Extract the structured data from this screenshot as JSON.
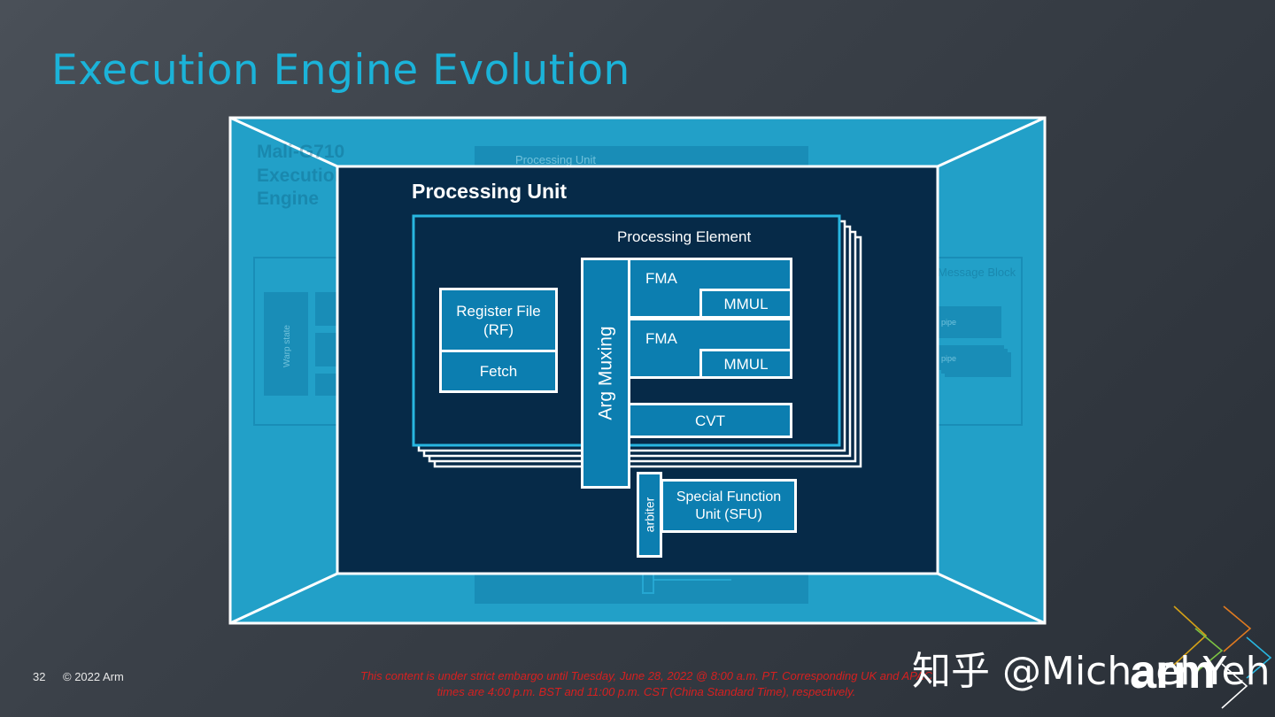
{
  "slide": {
    "title": "Execution Engine Evolution",
    "page_number": "32",
    "copyright": "© 2022 Arm",
    "embargo_line1": "This content is under strict embargo until Tuesday, June 28, 2022 @ 8:00 a.m. PT. Corresponding UK and APAC",
    "embargo_line2": "times are 4:00 p.m. BST and 11:00 p.m. CST (China Standard Time), respectively.",
    "watermark": "知乎 @Michael Yeh",
    "brand": "arm"
  },
  "background_diagram": {
    "title_line1": "Mali-G710",
    "title_line2": "Execution",
    "title_line3": "Engine",
    "processing_unit": "Processing Unit",
    "message_block": "Message Block",
    "warp_state": "Warp state",
    "pipe_1": "pipe",
    "pipe_2": "pipe"
  },
  "diagram": {
    "processing_unit_title": "Processing Unit",
    "processing_element_title": "Processing Element",
    "register_file": "Register File (RF)",
    "fetch": "Fetch",
    "arg_muxing": "Arg Muxing",
    "fma_1": "FMA",
    "mmul_1": "MMUL",
    "fma_2": "FMA",
    "mmul_2": "MMUL",
    "cvt": "CVT",
    "arbiter": "arbiter",
    "sfu_line1": "Special Function",
    "sfu_line2": "Unit (SFU)"
  },
  "colors": {
    "title_cyan": "#1bb3d9",
    "frame_blue": "#22a0c8",
    "inner_navy": "#062a48",
    "block_blue": "#0c7eb0",
    "accent_cyan": "#28b6e0",
    "embargo_red": "#d62020"
  }
}
